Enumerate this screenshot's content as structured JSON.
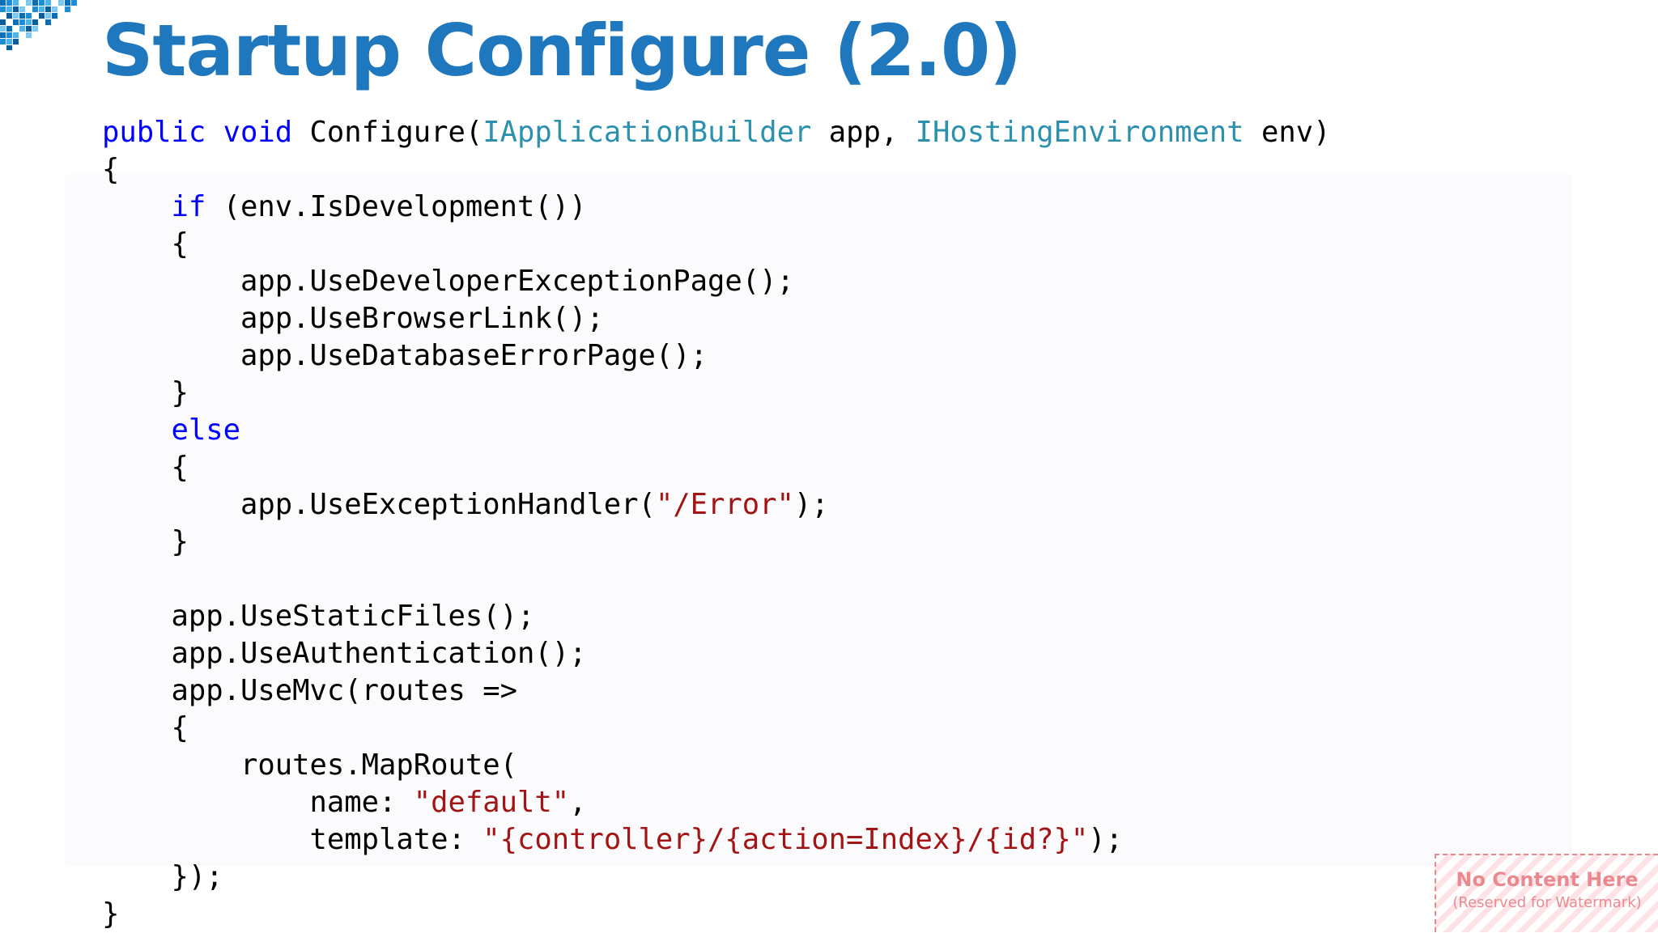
{
  "slide": {
    "title": "Startup Configure (2.0)"
  },
  "code": {
    "lines": [
      [
        {
          "t": "public",
          "c": "kw"
        },
        {
          "t": " "
        },
        {
          "t": "void",
          "c": "kw"
        },
        {
          "t": " Configure("
        },
        {
          "t": "IApplicationBuilder",
          "c": "type"
        },
        {
          "t": " app, "
        },
        {
          "t": "IHostingEnvironment",
          "c": "type"
        },
        {
          "t": " env)"
        }
      ],
      [
        {
          "t": "{"
        }
      ],
      [
        {
          "t": "    "
        },
        {
          "t": "if",
          "c": "kw"
        },
        {
          "t": " (env.IsDevelopment())"
        }
      ],
      [
        {
          "t": "    {"
        }
      ],
      [
        {
          "t": "        app.UseDeveloperExceptionPage();"
        }
      ],
      [
        {
          "t": "        app.UseBrowserLink();"
        }
      ],
      [
        {
          "t": "        app.UseDatabaseErrorPage();"
        }
      ],
      [
        {
          "t": "    }"
        }
      ],
      [
        {
          "t": "    "
        },
        {
          "t": "else",
          "c": "kw"
        }
      ],
      [
        {
          "t": "    {"
        }
      ],
      [
        {
          "t": "        app.UseExceptionHandler("
        },
        {
          "t": "\"/Error\"",
          "c": "str"
        },
        {
          "t": ");"
        }
      ],
      [
        {
          "t": "    }"
        }
      ],
      [
        {
          "t": ""
        }
      ],
      [
        {
          "t": "    app.UseStaticFiles();"
        }
      ],
      [
        {
          "t": "    app.UseAuthentication();"
        }
      ],
      [
        {
          "t": "    app.UseMvc(routes =>"
        }
      ],
      [
        {
          "t": "    {"
        }
      ],
      [
        {
          "t": "        routes.MapRoute("
        }
      ],
      [
        {
          "t": "            name: "
        },
        {
          "t": "\"default\"",
          "c": "str"
        },
        {
          "t": ","
        }
      ],
      [
        {
          "t": "            template: "
        },
        {
          "t": "\"{controller}/{action=Index}/{id?}\"",
          "c": "str"
        },
        {
          "t": ");"
        }
      ],
      [
        {
          "t": "    });"
        }
      ],
      [
        {
          "t": "}"
        }
      ]
    ]
  },
  "watermark": {
    "title": "No Content Here",
    "subtitle": "(Reserved for Watermark)"
  },
  "colors": {
    "title": "#1f78bd",
    "keyword": "#0000ff",
    "type": "#2b91af",
    "string": "#a31515",
    "watermark": "#ea8a90"
  },
  "icons": {
    "corner_logo": "pixel-mosaic-logo"
  }
}
